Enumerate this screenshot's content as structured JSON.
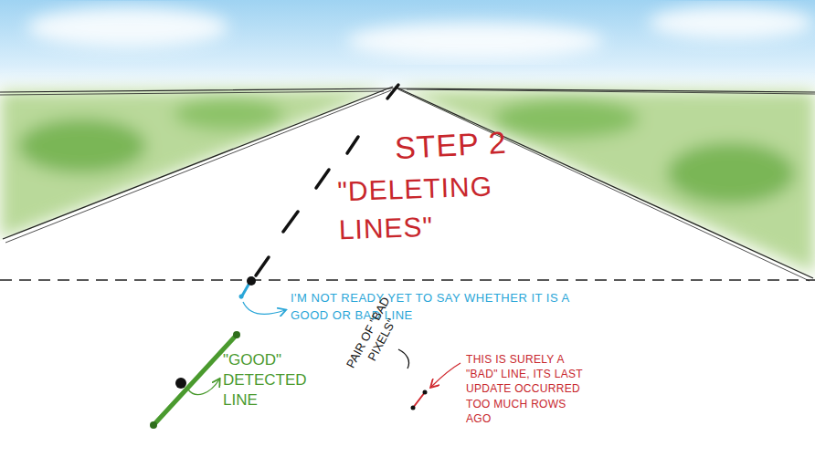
{
  "diagram": {
    "title": "STEP 2",
    "labels": [
      "\"DELETING LINES\"",
      "I'M NOT READY YET TO SAY WHETHER IT IS A GOOD OR BAD LINE",
      "\"GOOD\" DETECTED LINE",
      "PAIR OF \"BAD PIXELS\"",
      "THIS IS SURELY A \"BAD\" LINE, ITS LAST UPDATE OCCURRED TOO MUCH ROWS AGO"
    ]
  }
}
